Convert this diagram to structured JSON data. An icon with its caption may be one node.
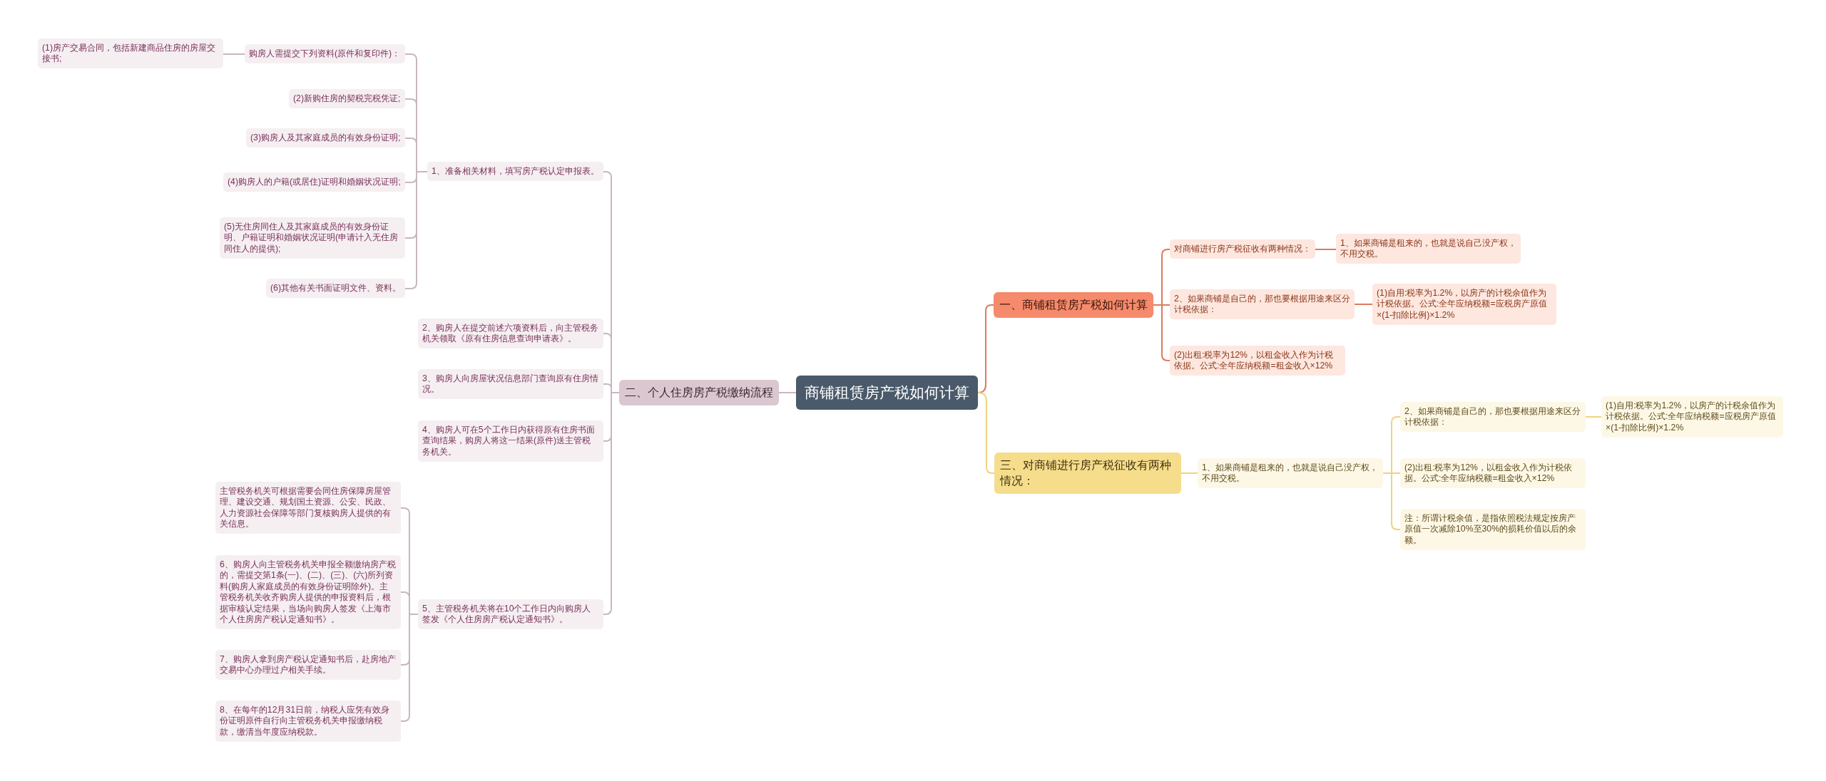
{
  "diagram": {
    "nodes": [
      {
        "text": [
          "商铺租赁房产税如何计算"
        ]
      },
      {
        "text": [
          "二、个人住房房产税缴纳流程"
        ]
      },
      {
        "text": [
          "1、准备相关材料，填写房产税认定申报表。"
        ]
      },
      {
        "text": [
          "购房人需提交下列资料(原件和复印件)："
        ]
      },
      {
        "text": [
          "(1)房产交易合同，包括新建商品住房的房屋交接书;"
        ]
      },
      {
        "text": [
          "(2)新购住房的契税完税凭证;"
        ]
      },
      {
        "text": [
          "(3)购房人及其家庭成员的有效身份证明;"
        ]
      },
      {
        "text": [
          "(4)购房人的户籍(或居住)证明和婚姻状况证明;"
        ]
      },
      {
        "text": [
          "(5)无住房同住人及其家庭成员的有效身份证明、户籍证明和婚姻状况证明(申请计入无住房同住人的提供);"
        ]
      },
      {
        "text": [
          "(6)其他有关书面证明文件、资料。"
        ]
      },
      {
        "text": [
          "2、购房人在提交前述六项资料后，向主管税务机关领取《原有住房信息查询申请表》。"
        ]
      },
      {
        "text": [
          "3、购房人向房屋状况信息部门查询原有住房情况。"
        ]
      },
      {
        "text": [
          "4、购房人可在5个工作日内获得原有住房书面查询结果，购房人将这一结果(原件)送主管税务机关。"
        ]
      },
      {
        "text": [
          "5、主管税务机关将在10个工作日内向购房人签发《个人住房房产税认定通知书》。"
        ]
      },
      {
        "text": [
          "主管税务机关可根据需要会同住房保障房屋管理、建设交通、规划国土资源、公安、民政、人力资源社会保障等部门复核购房人提供的有关信息。"
        ]
      },
      {
        "text": [
          "6、购房人向主管税务机关申报全额缴纳房产税的，需提交第1条(一)、(二)、(三)、(六)所列资料(购房人家庭成员的有效身份证明除外)。主管税务机关收齐购房人提供的申报资料后，根据审核认定结果，当场向购房人签发《上海市个人住房房产税认定通知书》。"
        ]
      },
      {
        "text": [
          "7、购房人拿到房产税认定通知书后，赴房地产交易中心办理过户相关手续。"
        ]
      },
      {
        "text": [
          "8、在每年的12月31日前，纳税人应凭有效身份证明原件自行向主管税务机关申报缴纳税款，缴清当年度应纳税款。"
        ]
      },
      {
        "text": [
          "一、商铺租赁房产税如何计算"
        ]
      },
      {
        "text": [
          "对商铺进行房产税征收有两种情况："
        ]
      },
      {
        "text": [
          "1、如果商铺是租来的，也就是说自己没产权，不用交税。"
        ]
      },
      {
        "text": [
          "2、如果商铺是自己的，那也要根据用途来区分计税依据："
        ]
      },
      {
        "text": [
          "(1)自用:税率为1.2%，以房产的计税余值作为计税依据。公式:全年应纳税额=应税房产原值×(1-扣除比例)×1.2%"
        ]
      },
      {
        "text": [
          "(2)出租:税率为12%，以租金收入作为计税依据。公式:全年应纳税额=租金收入×12%"
        ]
      },
      {
        "text": [
          "三、对商铺进行房产税征收有两种情况："
        ]
      },
      {
        "text": [
          "1、如果商铺是租来的，也就是说自己没产权，不用交税。"
        ]
      },
      {
        "text": [
          "2、如果商铺是自己的，那也要根据用途来区分计税依据："
        ]
      },
      {
        "text": [
          "(1)自用:税率为1.2%，以房产的计税余值作为计税依据。公式:全年应纳税额=应税房产原值×(1-扣除比例)×1.2%"
        ]
      },
      {
        "text": [
          "(2)出租:税率为12%，以租金收入作为计税依据。公式:全年应纳税额=租金收入×12%"
        ]
      },
      {
        "text": [
          "注：所谓计税余值，是指依照税法规定按房产原值一次减除10%至30%的损耗价值以后的余额。"
        ]
      }
    ],
    "edges": [
      {
        "from": 0,
        "to": 1,
        "arrow": "none"
      },
      {
        "from": 1,
        "to": 2,
        "arrow": "none"
      },
      {
        "from": 2,
        "to": 3,
        "arrow": "none"
      },
      {
        "from": 3,
        "to": 4,
        "arrow": "none"
      },
      {
        "from": 2,
        "to": 5,
        "arrow": "none"
      },
      {
        "from": 2,
        "to": 6,
        "arrow": "none"
      },
      {
        "from": 2,
        "to": 7,
        "arrow": "none"
      },
      {
        "from": 2,
        "to": 8,
        "arrow": "none"
      },
      {
        "from": 2,
        "to": 9,
        "arrow": "none"
      },
      {
        "from": 1,
        "to": 10,
        "arrow": "none"
      },
      {
        "from": 1,
        "to": 11,
        "arrow": "none"
      },
      {
        "from": 1,
        "to": 12,
        "arrow": "none"
      },
      {
        "from": 1,
        "to": 13,
        "arrow": "none"
      },
      {
        "from": 13,
        "to": 14,
        "arrow": "none"
      },
      {
        "from": 13,
        "to": 15,
        "arrow": "none"
      },
      {
        "from": 13,
        "to": 16,
        "arrow": "none"
      },
      {
        "from": 13,
        "to": 17,
        "arrow": "none"
      },
      {
        "from": 0,
        "to": 18,
        "arrow": "none",
        "color": "#dc7b5d"
      },
      {
        "from": 18,
        "to": 19,
        "arrow": "none",
        "color": "#dc7b5d"
      },
      {
        "from": 19,
        "to": 20,
        "arrow": "none",
        "color": "#dc7b5d"
      },
      {
        "from": 18,
        "to": 21,
        "arrow": "none",
        "color": "#dc7b5d"
      },
      {
        "from": 21,
        "to": 22,
        "arrow": "none",
        "color": "#dc7b5d"
      },
      {
        "from": 18,
        "to": 23,
        "arrow": "none",
        "color": "#dc7b5d"
      },
      {
        "from": 0,
        "to": 24,
        "arrow": "none",
        "color": "#f0d37e"
      },
      {
        "from": 24,
        "to": 25,
        "arrow": "none",
        "color": "#f0d37e"
      },
      {
        "from": 25,
        "to": 26,
        "arrow": "none",
        "color": "#f0d37e"
      },
      {
        "from": 26,
        "to": 27,
        "arrow": "none",
        "color": "#f0d37e"
      },
      {
        "from": 25,
        "to": 28,
        "arrow": "none",
        "color": "#f0d37e"
      },
      {
        "from": 25,
        "to": 29,
        "arrow": "none",
        "color": "#f0d37e"
      }
    ]
  }
}
